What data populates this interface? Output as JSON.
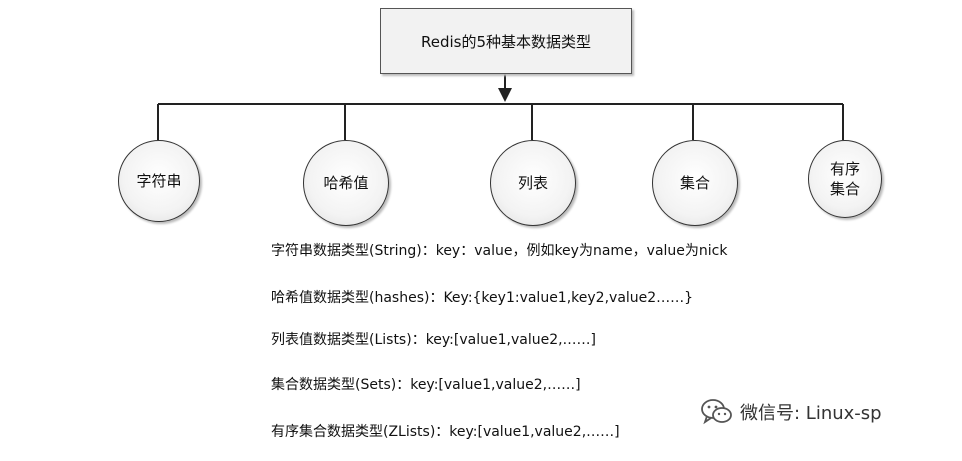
{
  "root": {
    "label": "Redis的5种基本数据类型"
  },
  "nodes": [
    {
      "id": "string",
      "label": "字符串"
    },
    {
      "id": "hash",
      "label": "哈希值"
    },
    {
      "id": "list",
      "label": "列表"
    },
    {
      "id": "set",
      "label": "集合"
    },
    {
      "id": "zset",
      "label_line1": "有序",
      "label_line2": "集合"
    }
  ],
  "descriptions": [
    "字符串数据类型(String)：key：value，例如key为name，value为nick",
    "哈希值数据类型(hashes)：Key:{key1:value1,key2,value2……}",
    "列表值数据类型(Lists)：key:[value1,value2,……]",
    "集合数据类型(Sets)：key:[value1,value2,……]",
    "有序集合数据类型(ZLists)：key:[value1,value2,……]"
  ],
  "watermark": {
    "text": "微信号: Linux-sp",
    "icon": "wechat-icon"
  }
}
